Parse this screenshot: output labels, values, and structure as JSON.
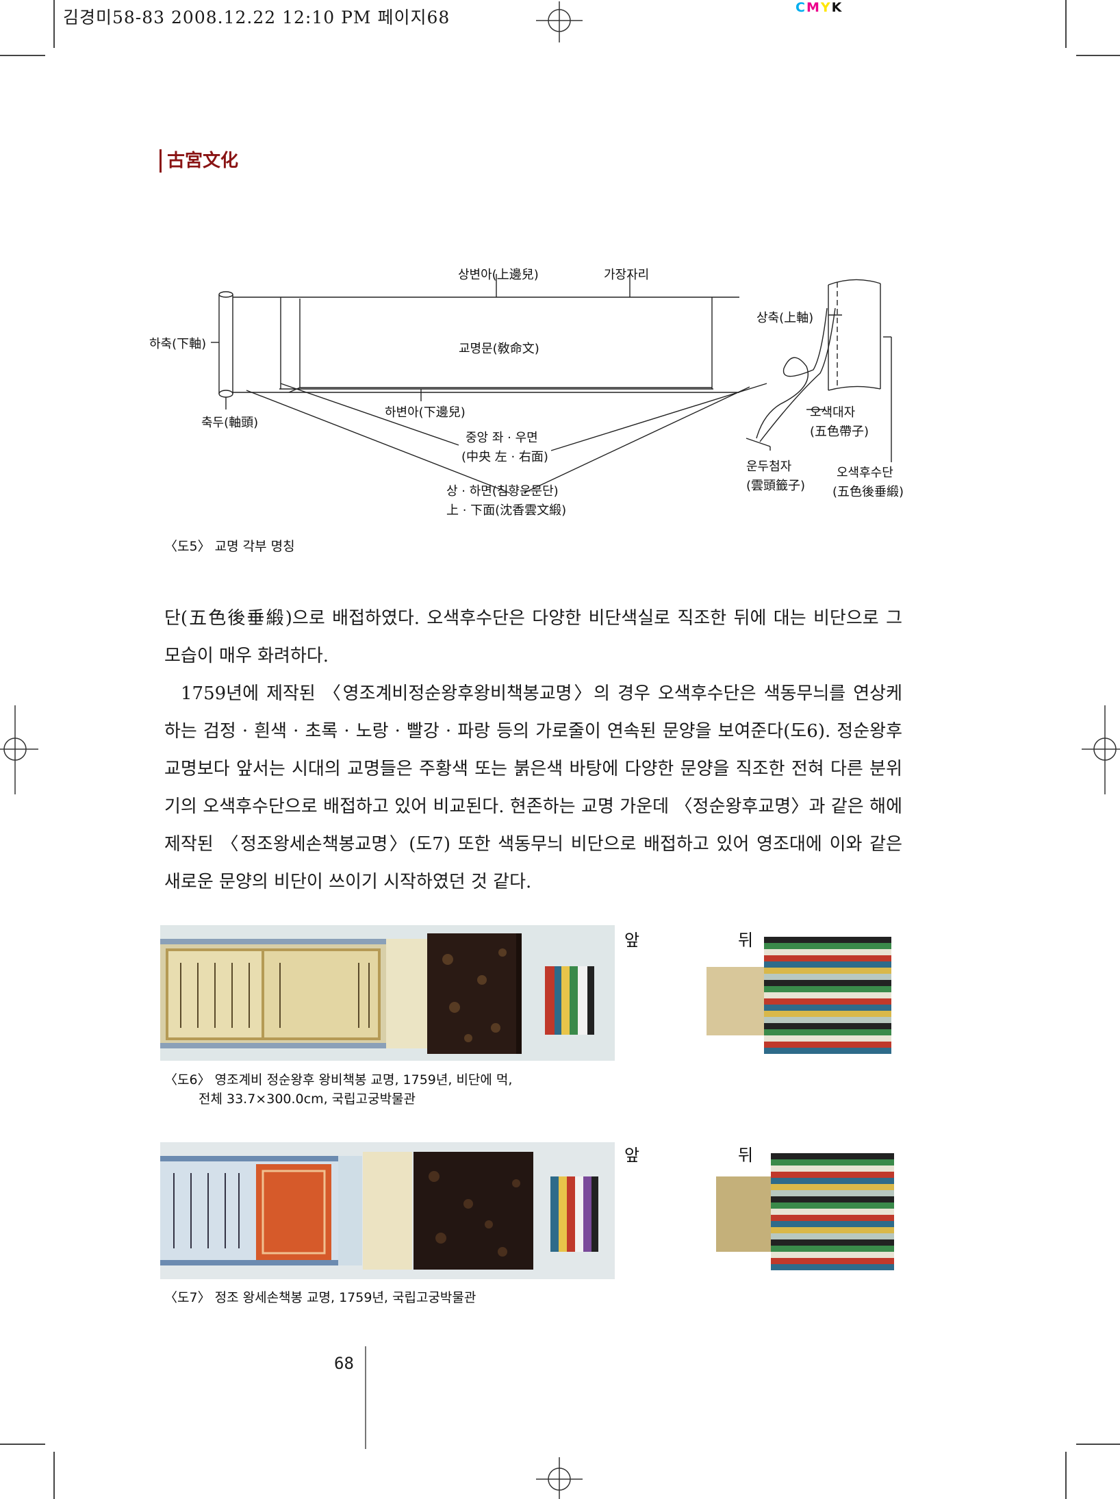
{
  "header": {
    "file_info": "김경미58-83  2008.12.22  12:10 PM  페이지68",
    "cmyk": [
      "C",
      "M",
      "Y",
      "K"
    ]
  },
  "brand": "古宮文化",
  "diagram": {
    "labels": {
      "top_border": "상변아(上邊兒)",
      "edge": "가장자리",
      "top_rod": "상축(上軸)",
      "bottom_rod": "하축(下軸)",
      "text_area": "교명문(敎命文)",
      "rod_head": "축두(軸頭)",
      "bottom_border": "하변아(下邊兒)",
      "five_color_strap": "오색대자",
      "five_color_strap_hanja": "(五色帶子)",
      "center_lr_1": "중앙 좌 · 우면",
      "center_lr_2": "(中央 左 · 右面)",
      "cloud_pin": "운두첨자",
      "cloud_pin_hanja": "(雲頭籤子)",
      "back_silk": "오색후수단",
      "back_silk_hanja": "(五色後垂緞)",
      "top_bottom_1": "상 · 하면(침향운문단)",
      "top_bottom_2": "上 · 下面(沈香雲文緞)"
    },
    "caption": "〈도5〉 교명 각부 명칭"
  },
  "body": {
    "p1": "단(五色後垂緞)으로 배접하였다. 오색후수단은 다양한 비단색실로 직조한 뒤에 대는 비단으로 그 모습이 매우 화려하다.",
    "p2": "1759년에 제작된 〈영조계비정순왕후왕비책봉교명〉의 경우 오색후수단은 색동무늬를 연상케 하는 검정 · 흰색 · 초록 · 노랑 · 빨강 · 파랑 등의 가로줄이 연속된 문양을 보여준다(도6). 정순왕후 교명보다 앞서는 시대의 교명들은 주황색 또는 붉은색 바탕에 다양한 문양을 직조한 전혀 다른 분위기의 오색후수단으로 배접하고 있어 비교된다. 현존하는 교명 가운데 〈정순왕후교명〉과 같은 해에 제작된 〈정조왕세손책봉교명〉(도7) 또한 색동무늬 비단으로 배접하고 있어 영조대에 이와 같은 새로운 문양의 비단이 쓰이기 시작하였던 것 같다."
  },
  "figures": {
    "front_label": "앞",
    "back_label": "뒤",
    "fig6_caption_1": "〈도6〉 영조계비 정순왕후 왕비책봉 교명, 1759년, 비단에 먹,",
    "fig6_caption_2": "전체 33.7×300.0cm, 국립고궁박물관",
    "fig7_caption": "〈도7〉 정조 왕세손책봉 교명, 1759년, 국립고궁박물관"
  },
  "page_number": "68",
  "colors": {
    "cyan": "#00aeef",
    "magenta": "#ec008c",
    "yellow": "#ffe600",
    "black": "#111111",
    "brand_red": "#8a1414"
  }
}
